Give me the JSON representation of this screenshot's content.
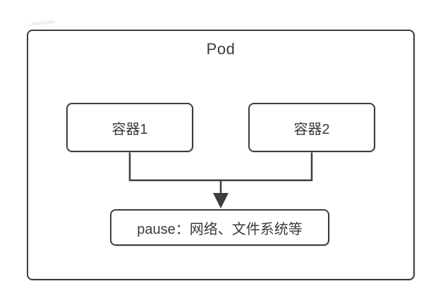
{
  "diagram": {
    "pod_title": "Pod",
    "containers": [
      {
        "label": "容器1"
      },
      {
        "label": "容器2"
      }
    ],
    "pause_label": "pause：网络、文件系统等",
    "colors": {
      "line": "#3d3d3f",
      "text": "#3a3a3c",
      "box_fill": "#ffffff",
      "background": "#ffffff"
    }
  }
}
